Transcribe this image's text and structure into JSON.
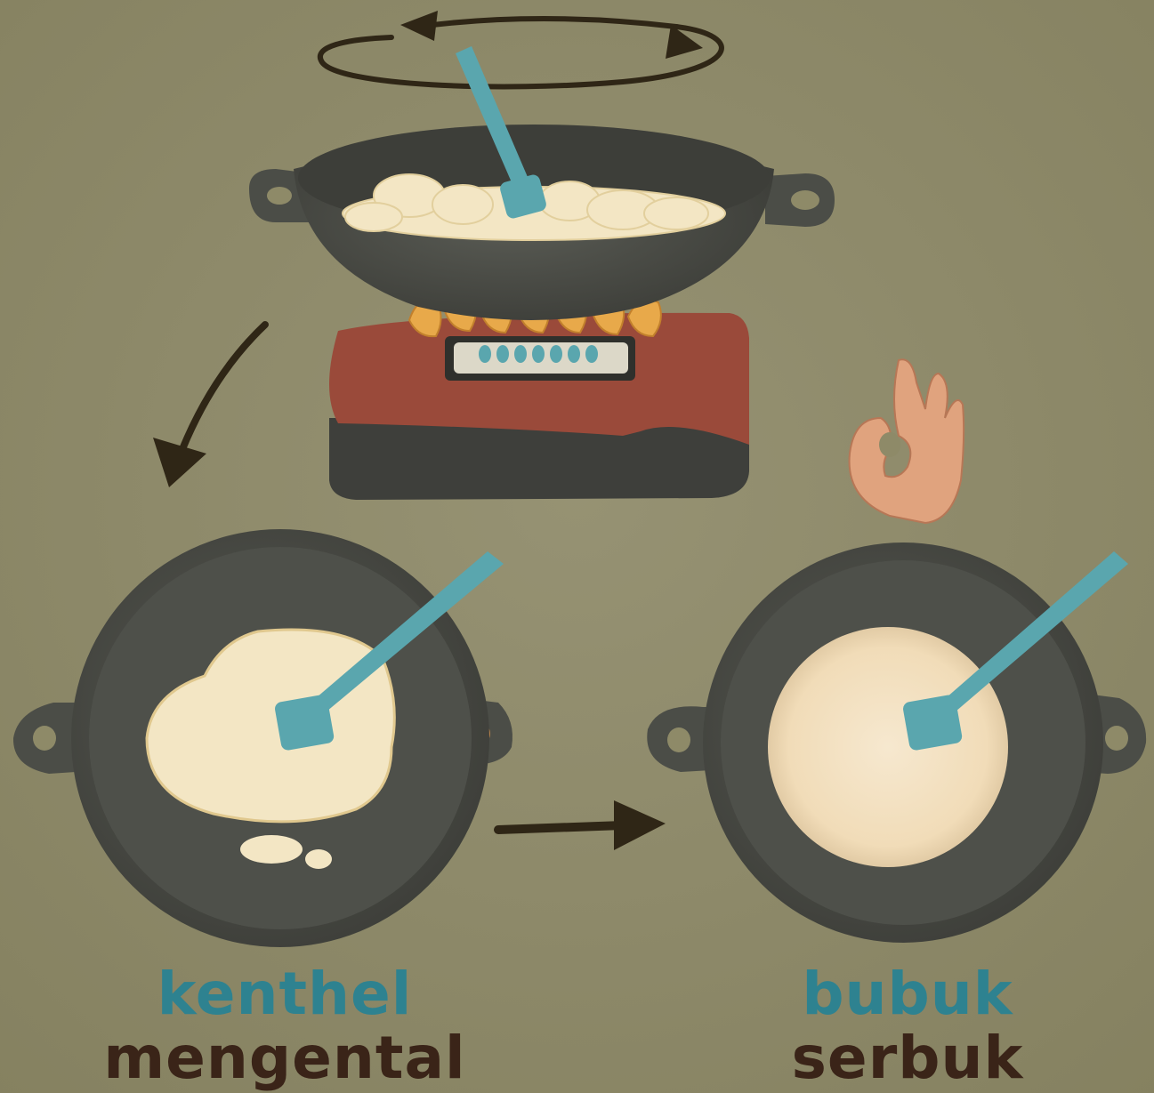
{
  "colors": {
    "background": "#8e8a68",
    "wok": "#4b4d47",
    "wok_dark": "#2f302c",
    "spatula": "#5aa6ae",
    "stove_top": "#9a4a3a",
    "stove_base": "#3e3f3b",
    "flame": "#e8a94a",
    "arrow": "#2f2616",
    "food": "#f3e6c4",
    "hand": "#e0a37e",
    "label_javanese": "#2e8290",
    "label_indonesian": "#3a2418"
  },
  "icons": {
    "stir": "stir-arrows-icon",
    "okay_hand": "ok-hand-icon",
    "stove": "gas-stove-icon",
    "wok": "wok-icon",
    "spatula": "spatula-icon",
    "arrow": "arrow-icon"
  },
  "labels": {
    "left": {
      "javanese": "kenthel",
      "indonesian": "mengental"
    },
    "right": {
      "javanese": "bubuk",
      "indonesian": "serbuk"
    }
  }
}
